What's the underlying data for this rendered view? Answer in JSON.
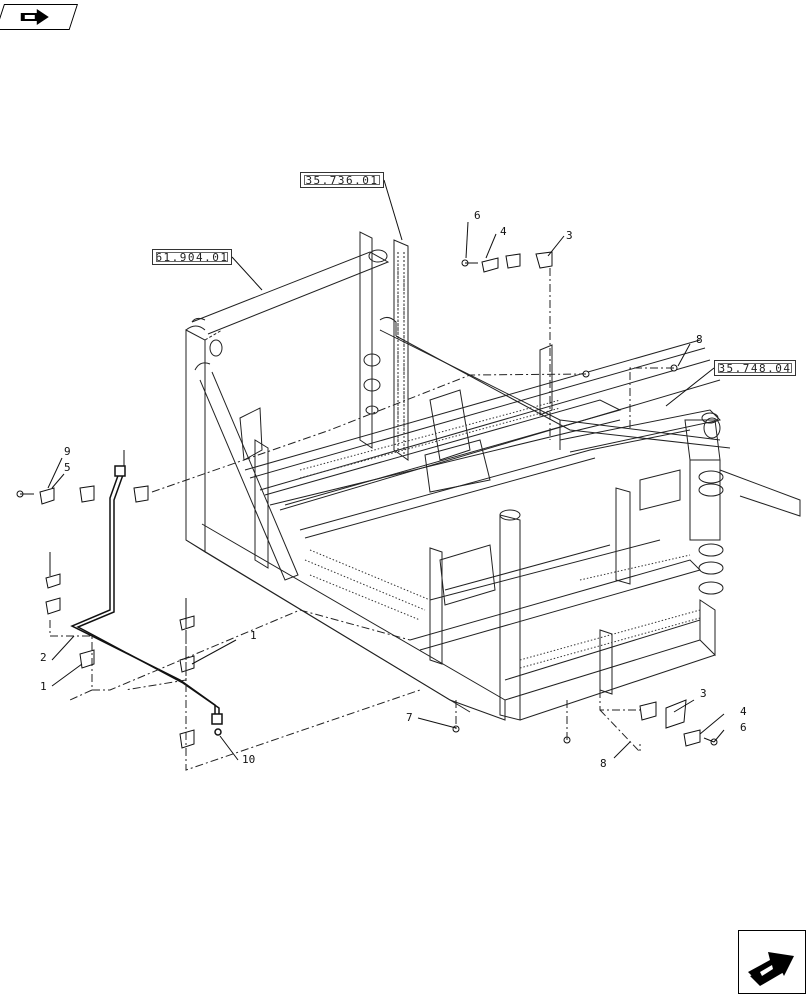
{
  "navigation": {
    "previous_icon": "arrow-back-icon",
    "next_icon": "arrow-forward-icon"
  },
  "reference_links": [
    {
      "id": "ref1",
      "label": "35.736.01"
    },
    {
      "id": "ref2",
      "label": "61.904.01"
    },
    {
      "id": "ref3",
      "label": "35.748.04"
    }
  ],
  "callouts": [
    {
      "id": "c6a",
      "label": "6"
    },
    {
      "id": "c4a",
      "label": "4"
    },
    {
      "id": "c3a",
      "label": "3"
    },
    {
      "id": "c8a",
      "label": "8"
    },
    {
      "id": "c9",
      "label": "9"
    },
    {
      "id": "c5",
      "label": "5"
    },
    {
      "id": "c2",
      "label": "2"
    },
    {
      "id": "c1a",
      "label": "1"
    },
    {
      "id": "c1b",
      "label": "1"
    },
    {
      "id": "c10",
      "label": "10"
    },
    {
      "id": "c7",
      "label": "7"
    },
    {
      "id": "c3b",
      "label": "3"
    },
    {
      "id": "c4b",
      "label": "4"
    },
    {
      "id": "c6b",
      "label": "6"
    },
    {
      "id": "c8b",
      "label": "8"
    }
  ]
}
